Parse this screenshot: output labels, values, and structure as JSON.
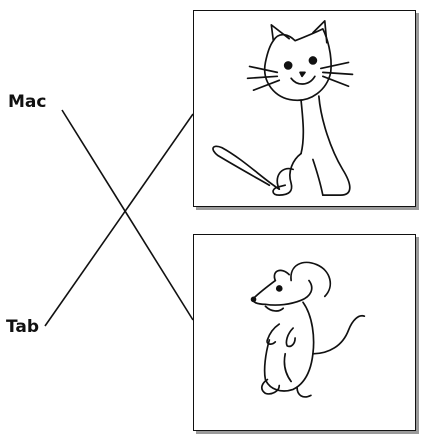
{
  "words": {
    "top": "Mac",
    "bottom": "Tab"
  },
  "pictures": {
    "top": "cat",
    "bottom": "mouse"
  },
  "colors": {
    "ink": "#111111",
    "shadow": "#9a9a9a",
    "background": "#ffffff"
  }
}
